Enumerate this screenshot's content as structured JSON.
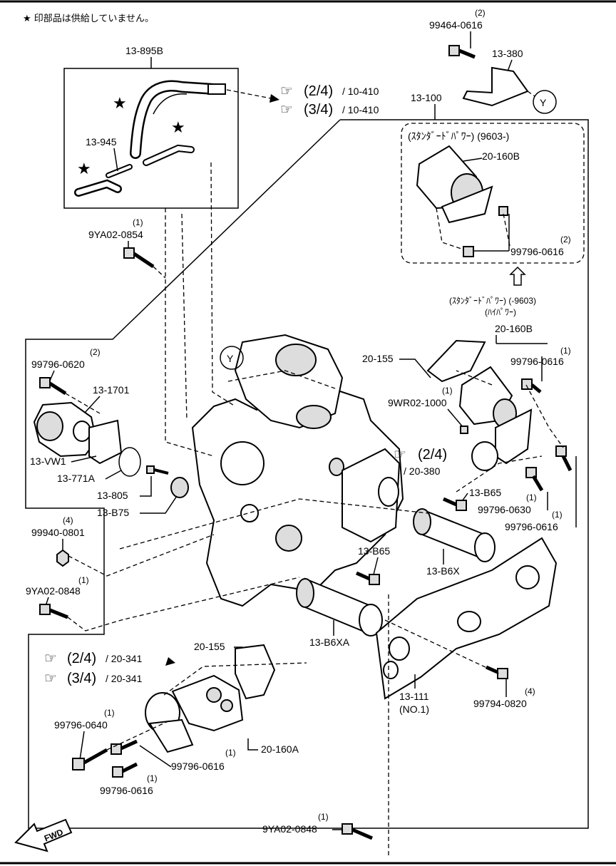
{
  "header_note": "★ 印部品は供給していません。",
  "labels": {
    "p13_895B": "13-895B",
    "p99464_qty": "(2)",
    "p99464": "99464-0616",
    "p13_380": "13-380",
    "y_marker": "Y",
    "ref_2_4_10410_a": "(2/4)",
    "ref_2_4_10410_b": "/ 10-410",
    "ref_3_4_10410_a": "(3/4)",
    "ref_3_4_10410_b": "/ 10-410",
    "p13_100": "13-100",
    "p13_945": "13-945",
    "std_power_9603": "(ｽﾀﾝﾀﾞｰﾄﾞﾊﾟﾜｰ) (9603-)",
    "p20_160B_top": "20-160B",
    "p99796_0616_a_qty": "(2)",
    "p99796_0616_a": "99796-0616",
    "p9YA02_0854_qty": "(1)",
    "p9YA02_0854": "9YA02-0854",
    "std_power_pre9603": "(ｽﾀﾝﾀﾞｰﾄﾞﾊﾟﾜｰ) (-9603)",
    "high_power": "(ﾊｲﾊﾟﾜｰ)",
    "p20_160B": "20-160B",
    "p99796_0616_b_qty": "(1)",
    "p99796_0616_b": "99796-0616",
    "p20_155_top": "20-155",
    "p99796_0620_qty": "(2)",
    "p99796_0620": "99796-0620",
    "p13_1701": "13-1701",
    "p9WR02_qty": "(1)",
    "p9WR02": "9WR02-1000",
    "p13_VW1": "13-VW1",
    "ref_2_4_20380_a": "(2/4)",
    "ref_2_4_20380_b": "/ 20-380",
    "p13_771A": "13-771A",
    "p13_805": "13-805",
    "p13_B65_a": "13-B65",
    "p99796_0630_qty": "(1)",
    "p99796_0630": "99796-0630",
    "p13_B75": "13-B75",
    "p99796_0616_c_qty": "(1)",
    "p99796_0616_c": "99796-0616",
    "p99940_qty": "(4)",
    "p99940": "99940-0801",
    "p13_B65_b": "13-B65",
    "p13_B6X": "13-B6X",
    "p9YA02_0848_a_qty": "(1)",
    "p9YA02_0848_a": "9YA02-0848",
    "p13_B6XA": "13-B6XA",
    "p20_155_b": "20-155",
    "ref_2_4_20341_a": "(2/4)",
    "ref_2_4_20341_b": "/ 20-341",
    "ref_3_4_20341_a": "(3/4)",
    "ref_3_4_20341_b": "/ 20-341",
    "p13_111": "13-111",
    "p13_111_no": "(NO.1)",
    "p99794_qty": "(4)",
    "p99794": "99794-0820",
    "p99796_0640_qty": "(1)",
    "p99796_0640": "99796-0640",
    "p20_160A": "20-160A",
    "p99796_0616_d_qty": "(1)",
    "p99796_0616_d": "99796-0616",
    "p99796_0616_e_qty": "(1)",
    "p99796_0616_e": "99796-0616",
    "p9YA02_0848_b_qty": "(1)",
    "p9YA02_0848_b": "9YA02-0848",
    "fwd": "FWD"
  }
}
